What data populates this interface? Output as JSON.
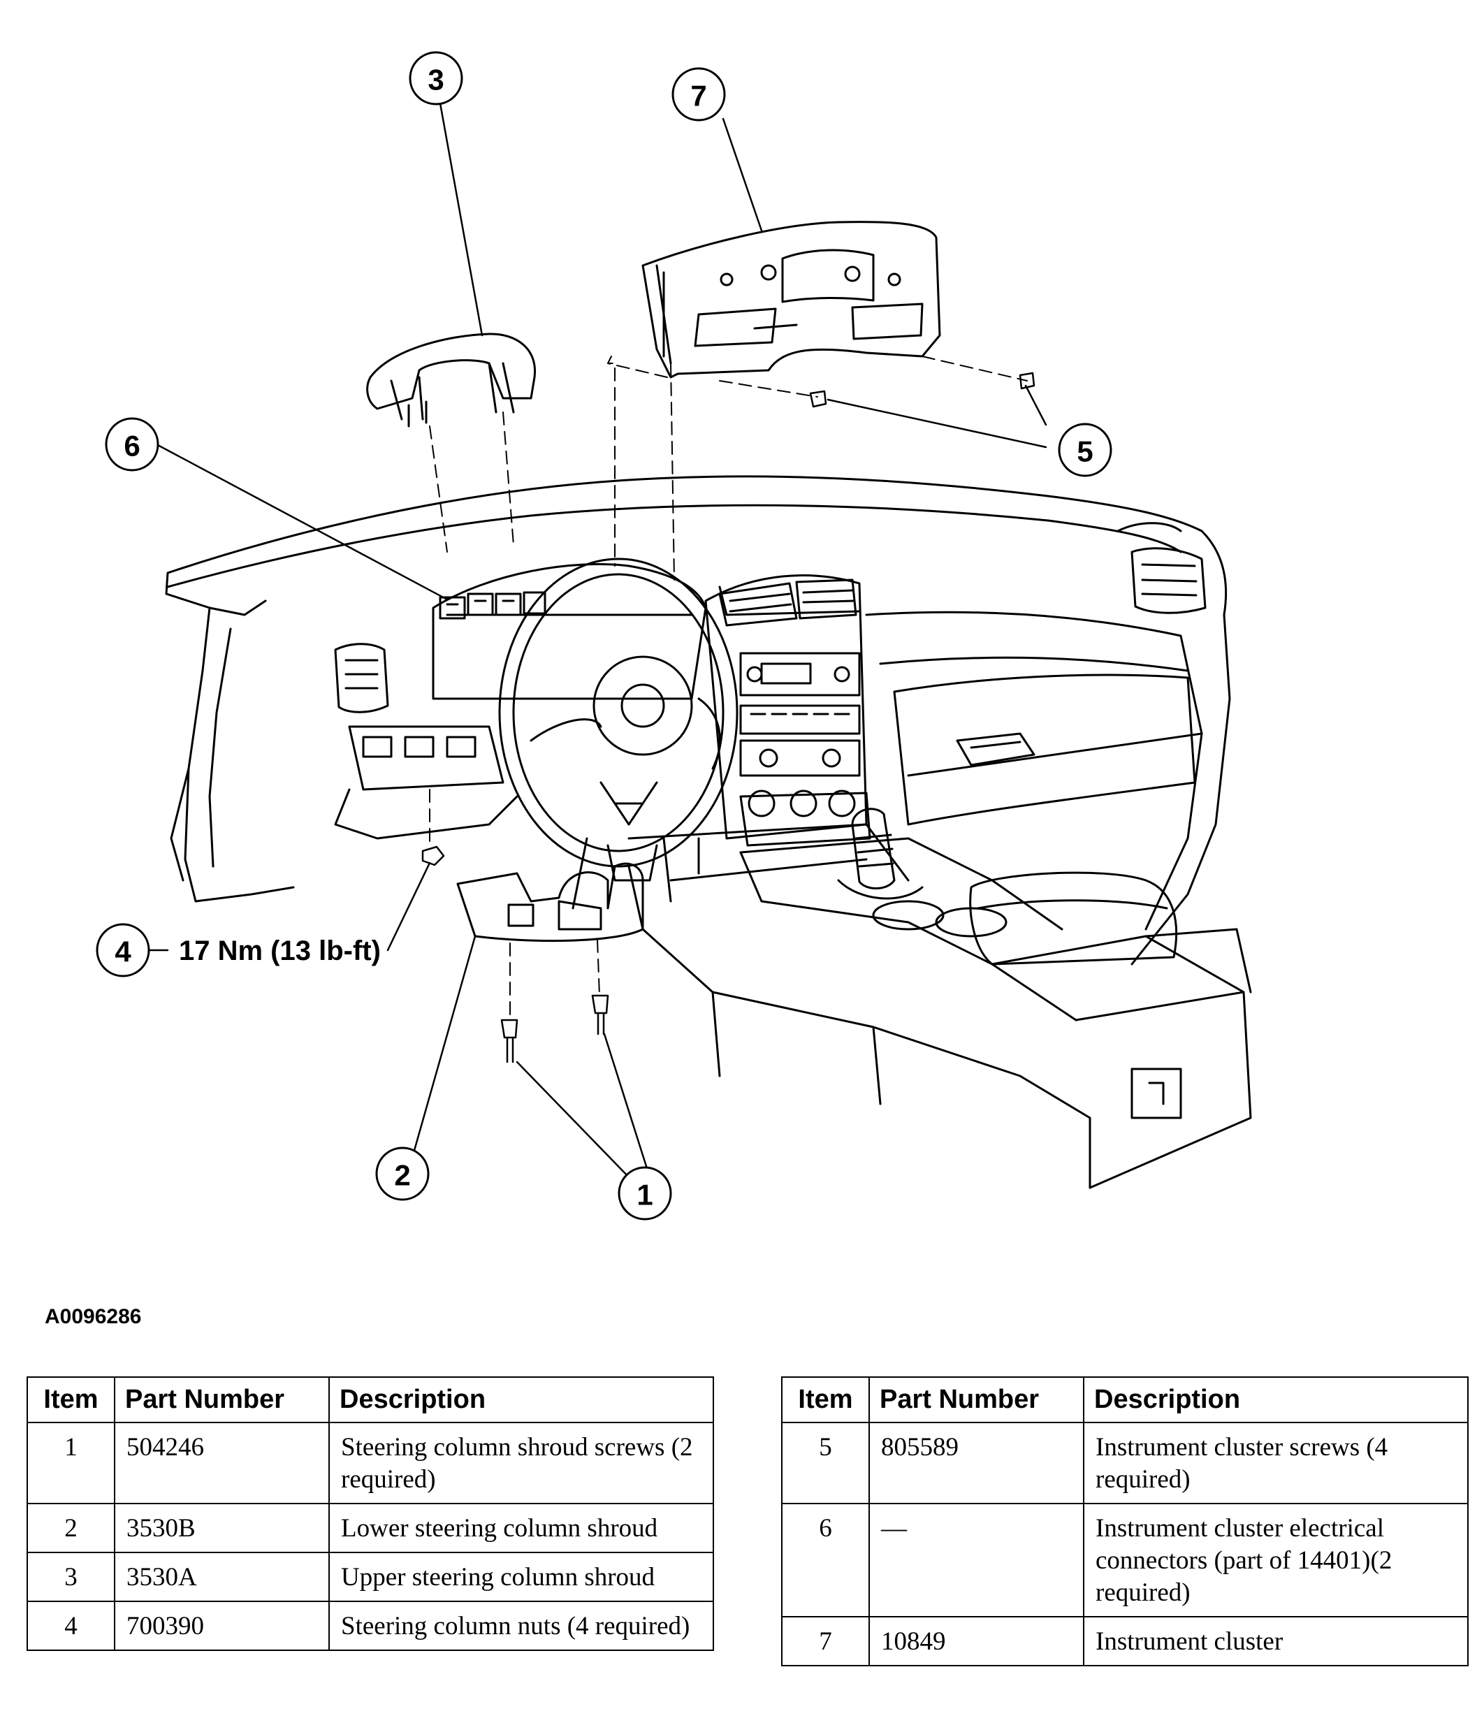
{
  "callouts": [
    "1",
    "2",
    "3",
    "4",
    "5",
    "6",
    "7"
  ],
  "torque_label": "17 Nm (13 lb-ft)",
  "figure_id": "A0096286",
  "table_headers": {
    "item": "Item",
    "part_number": "Part Number",
    "description": "Description"
  },
  "parts_left": [
    {
      "item": "1",
      "part_number": "504246",
      "description": "Steering column shroud screws (2 required)"
    },
    {
      "item": "2",
      "part_number": "3530B",
      "description": "Lower steering column shroud"
    },
    {
      "item": "3",
      "part_number": "3530A",
      "description": "Upper steering column shroud"
    },
    {
      "item": "4",
      "part_number": "700390",
      "description": "Steering column nuts (4 required)"
    }
  ],
  "parts_right": [
    {
      "item": "5",
      "part_number": "805589",
      "description": "Instrument cluster screws (4 required)"
    },
    {
      "item": "6",
      "part_number": "—",
      "description": "Instrument cluster electrical connectors (part of 14401)(2 required)"
    },
    {
      "item": "7",
      "part_number": "10849",
      "description": "Instrument cluster"
    }
  ]
}
